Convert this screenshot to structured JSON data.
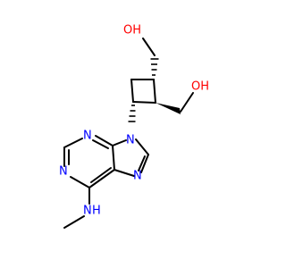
{
  "atoms": {
    "oh_top": "OH",
    "oh_right": "OH",
    "n_top": "N",
    "n_left_top": "N",
    "n_left_bottom": "N",
    "n_right": "N",
    "nh": "H",
    "nh_n": "N"
  },
  "colors": {
    "bond": "#000000",
    "nitrogen": "#0000ff",
    "oxygen": "#ff0000",
    "background": "#ffffff"
  }
}
